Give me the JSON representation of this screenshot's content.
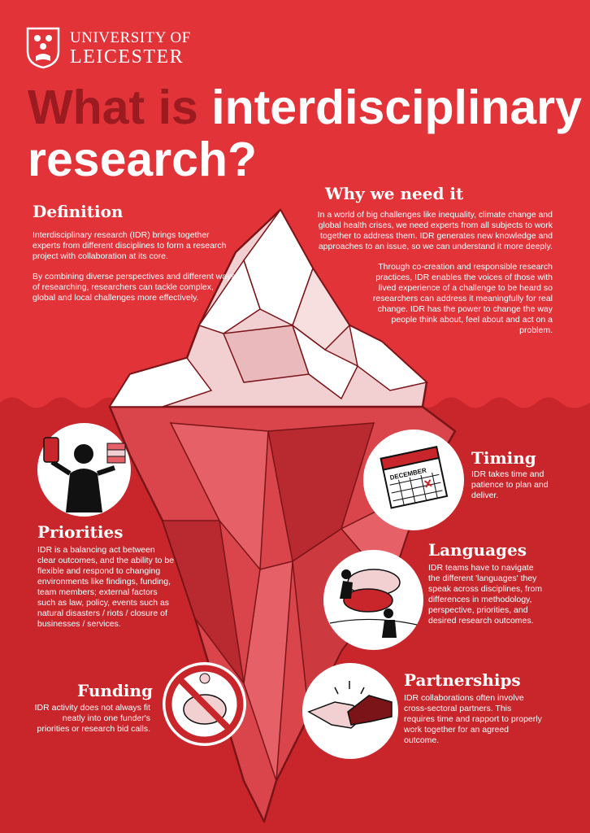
{
  "logo": {
    "line1": "UNIVERSITY OF",
    "line2": "LEICESTER"
  },
  "title": {
    "part1": "What is",
    "part2": "interdisciplinary",
    "part3": "research?"
  },
  "definition": {
    "heading": "Definition",
    "p1": "Interdisciplinary research (IDR) brings together experts from different disciplines to form a research project with collaboration at its core.",
    "p2": "By combining diverse perspectives and different ways of researching, researchers can tackle complex, global and local challenges more effectively."
  },
  "why": {
    "heading": "Why we need it",
    "p1": "In a world of big challenges like inequality, climate change and global health crises, we need experts from all subjects to work together to address them. IDR generates new knowledge and approaches to an issue, so we can understand it more deeply.",
    "p2": "Through co-creation and responsible research practices, IDR enables the voices of those with lived experience of a challenge to be heard so researchers can address it meaningfully for real change. IDR has the power to change the way people think about, feel about and act on a problem."
  },
  "timing": {
    "heading": "Timing",
    "text": "IDR takes time and patience to plan and deliver.",
    "calendar_label": "DECEMBER"
  },
  "priorities": {
    "heading": "Priorities",
    "text": "IDR is a balancing act between clear outcomes, and the ability to be flexible and respond to changing environments like findings, funding, team members; external factors such as law, policy, events such as natural disasters / riots / closure of businesses / services."
  },
  "languages": {
    "heading": "Languages",
    "text": "IDR teams have to navigate the different 'languages' they speak across disciplines, from differences in methodology, perspective, priorities, and desired research outcomes."
  },
  "funding": {
    "heading": "Funding",
    "text": "IDR activity does not always fit neatly into one funder's priorities or research bid calls."
  },
  "partnerships": {
    "heading": "Partnerships",
    "text": "IDR collaborations often involve cross-sectoral partners. This requires time and rapport to properly work together for an agreed outcome."
  },
  "colors": {
    "sky": "#e13338",
    "sea": "#c8262a",
    "dark_red": "#9c1b20",
    "white": "#ffffff"
  }
}
